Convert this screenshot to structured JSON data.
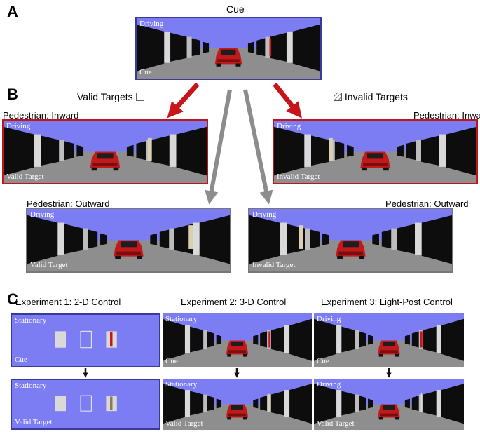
{
  "panels": {
    "a": "A",
    "b": "B",
    "c": "C"
  },
  "section_a": {
    "title": "Cue",
    "scene_top_label": "Driving",
    "scene_bottom_label": "Cue"
  },
  "section_b": {
    "legend_valid": "Valid Targets",
    "legend_invalid": "Invalid Targets",
    "scenes": [
      {
        "caption": "Pedestrian: Inward",
        "top_label": "Driving",
        "bottom_label": "Valid Target"
      },
      {
        "caption": "Pedestrian: Inward",
        "top_label": "Driving",
        "bottom_label": "Invalid Target"
      },
      {
        "caption": "Pedestrian: Outward",
        "top_label": "Driving",
        "bottom_label": "Valid Target"
      },
      {
        "caption": "Pedestrian: Outward",
        "top_label": "Driving",
        "bottom_label": "Invalid Target"
      }
    ]
  },
  "section_c": {
    "experiments": [
      {
        "title": "Experiment 1: 2-D Control",
        "cue_top": "Stationary",
        "cue_bottom": "Cue",
        "target_top": "Stationary",
        "target_bottom": "Valid Target"
      },
      {
        "title": "Experiment 2: 3-D Control",
        "cue_top": "Stationary",
        "cue_bottom": "Cue",
        "target_top": "Stationary",
        "target_bottom": "Valid Target"
      },
      {
        "title": "Experiment 3: Light-Post Control",
        "cue_top": "Driving",
        "cue_bottom": "Cue",
        "target_top": "Driving",
        "target_bottom": "Valid Target"
      }
    ]
  },
  "colors": {
    "sky": "#7d7df3",
    "road": "#8e8e8e",
    "wall": "#0d0d0d",
    "car": "#c21a1a",
    "arrow_valid": "#c8151b",
    "arrow_invalid": "#8c8c8c",
    "frame_red": "#c0161b"
  },
  "icons": {
    "legend_valid": "empty-square-icon",
    "legend_invalid": "hatched-square-icon"
  }
}
